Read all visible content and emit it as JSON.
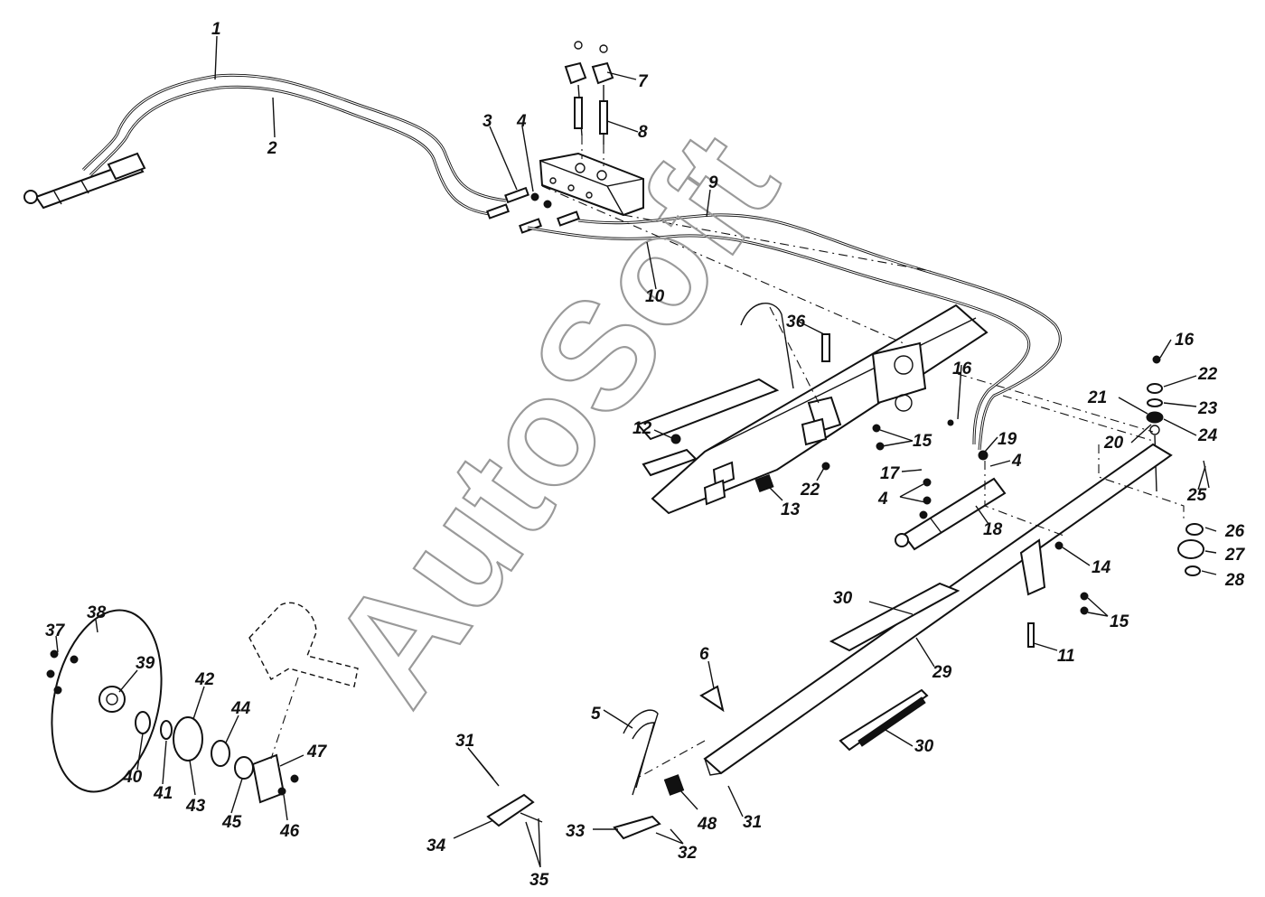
{
  "watermark": "AutoSoft",
  "callouts": [
    {
      "label": "1"
    },
    {
      "label": "2"
    },
    {
      "label": "3"
    },
    {
      "label": "4"
    },
    {
      "label": "7"
    },
    {
      "label": "8"
    },
    {
      "label": "9"
    },
    {
      "label": "10"
    },
    {
      "label": "36"
    },
    {
      "label": "16"
    },
    {
      "label": "16"
    },
    {
      "label": "22"
    },
    {
      "label": "21"
    },
    {
      "label": "23"
    },
    {
      "label": "20"
    },
    {
      "label": "24"
    },
    {
      "label": "12"
    },
    {
      "label": "15"
    },
    {
      "label": "19"
    },
    {
      "label": "4"
    },
    {
      "label": "17"
    },
    {
      "label": "22"
    },
    {
      "label": "13"
    },
    {
      "label": "4"
    },
    {
      "label": "18"
    },
    {
      "label": "25"
    },
    {
      "label": "26"
    },
    {
      "label": "27"
    },
    {
      "label": "28"
    },
    {
      "label": "14"
    },
    {
      "label": "30"
    },
    {
      "label": "15"
    },
    {
      "label": "11"
    },
    {
      "label": "29"
    },
    {
      "label": "6"
    },
    {
      "label": "30"
    },
    {
      "label": "38"
    },
    {
      "label": "37"
    },
    {
      "label": "39"
    },
    {
      "label": "42"
    },
    {
      "label": "44"
    },
    {
      "label": "47"
    },
    {
      "label": "40"
    },
    {
      "label": "41"
    },
    {
      "label": "43"
    },
    {
      "label": "45"
    },
    {
      "label": "46"
    },
    {
      "label": "5"
    },
    {
      "label": "31"
    },
    {
      "label": "48"
    },
    {
      "label": "31"
    },
    {
      "label": "34"
    },
    {
      "label": "33"
    },
    {
      "label": "32"
    },
    {
      "label": "35"
    }
  ]
}
